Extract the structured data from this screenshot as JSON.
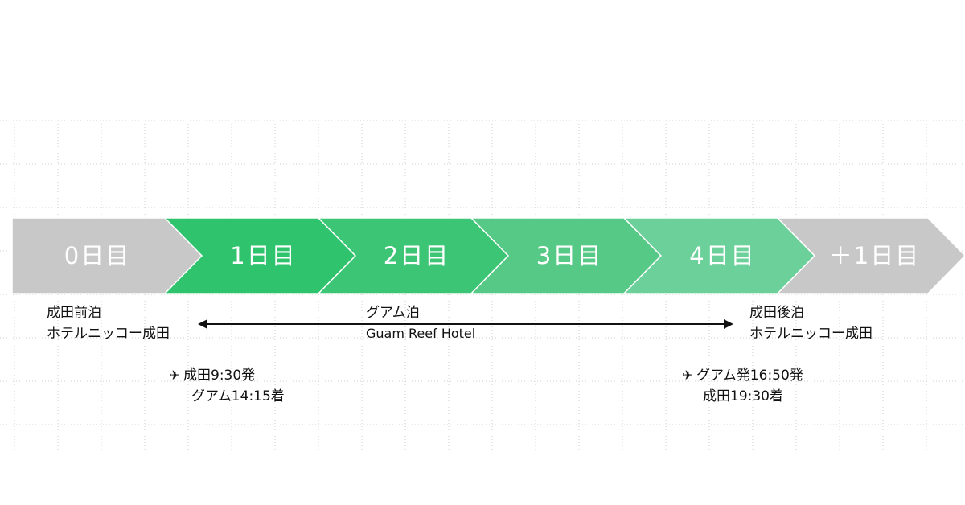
{
  "days": [
    {
      "label": "0日目",
      "color": "#c8c8c8"
    },
    {
      "label": "1日目",
      "color": "#2ec36c"
    },
    {
      "label": "2日目",
      "color": "#3cc574"
    },
    {
      "label": "3日目",
      "color": "#55c985"
    },
    {
      "label": "4日目",
      "color": "#6bd09a"
    },
    {
      "label": "＋1日目",
      "color": "#c8c8c8"
    }
  ],
  "left_stay": {
    "line1": "成田前泊",
    "line2": "ホテルニッコー成田"
  },
  "center_stay": {
    "line1": "グアム泊",
    "line2": "Guam Reef Hotel"
  },
  "right_stay": {
    "line1": "成田後泊",
    "line2": "ホテルニッコー成田"
  },
  "outbound_flight": {
    "icon": "airplane-icon",
    "line1": "成田9:30発",
    "line2": "グアム14:15着"
  },
  "return_flight": {
    "icon": "airplane-icon",
    "line1": "グアム発16:50発",
    "line2": "成田19:30着"
  },
  "arrow_color": "#111111"
}
